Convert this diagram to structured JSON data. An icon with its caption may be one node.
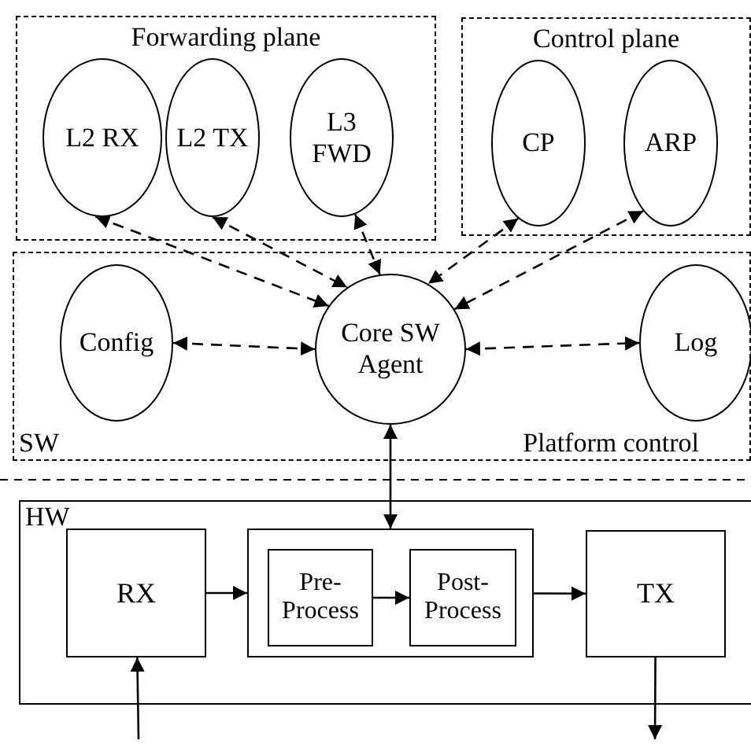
{
  "diagram": {
    "nodes": [
      {
        "text": [
          "Forwarding plane"
        ]
      },
      {
        "text": [
          "L2 RX"
        ],
        "in": 0
      },
      {
        "text": [
          "L2 TX"
        ],
        "in": 0
      },
      {
        "text": [
          "L3 FWD"
        ],
        "in": 0
      },
      {
        "text": [
          "Control plane"
        ]
      },
      {
        "text": [
          "CP"
        ],
        "in": 4
      },
      {
        "text": [
          "ARP"
        ],
        "in": 4
      },
      {
        "text": [
          "SW",
          "Platform control"
        ]
      },
      {
        "text": [
          "Config"
        ],
        "in": 7
      },
      {
        "text": [
          "Core SW Agent"
        ],
        "in": 7
      },
      {
        "text": [
          "Log"
        ],
        "in": 7
      },
      {
        "text": [
          "HW"
        ]
      },
      {
        "text": [
          "RX"
        ],
        "in": 11
      },
      {
        "text": [],
        "shape": "box",
        "in": 11
      },
      {
        "text": [
          "Pre- Process"
        ],
        "in": 13
      },
      {
        "text": [
          "Post- Process"
        ],
        "in": 13
      },
      {
        "text": [
          "TX"
        ],
        "in": 11
      }
    ],
    "edges": [
      {
        "from": 1,
        "to": 9,
        "arrow": "both",
        "style": "dashed"
      },
      {
        "from": 2,
        "to": 9,
        "arrow": "both",
        "style": "dashed"
      },
      {
        "from": 3,
        "to": 9,
        "arrow": "both",
        "style": "dashed"
      },
      {
        "from": 5,
        "to": 9,
        "arrow": "both",
        "style": "dashed"
      },
      {
        "from": 6,
        "to": 9,
        "arrow": "both",
        "style": "dashed"
      },
      {
        "from": 8,
        "to": 9,
        "arrow": "both",
        "style": "dashed"
      },
      {
        "from": 9,
        "to": 10,
        "arrow": "both",
        "style": "dashed"
      },
      {
        "from": 9,
        "to": 13,
        "arrow": "both"
      },
      {
        "from": 12,
        "to": 13,
        "arrow": "to"
      },
      {
        "from": 14,
        "to": 15,
        "arrow": "to"
      },
      {
        "from": 13,
        "to": 16,
        "arrow": "to"
      },
      {
        "from": null,
        "to": 12,
        "arrow": "to"
      },
      {
        "from": 16,
        "to": null,
        "arrow": "to"
      }
    ]
  }
}
